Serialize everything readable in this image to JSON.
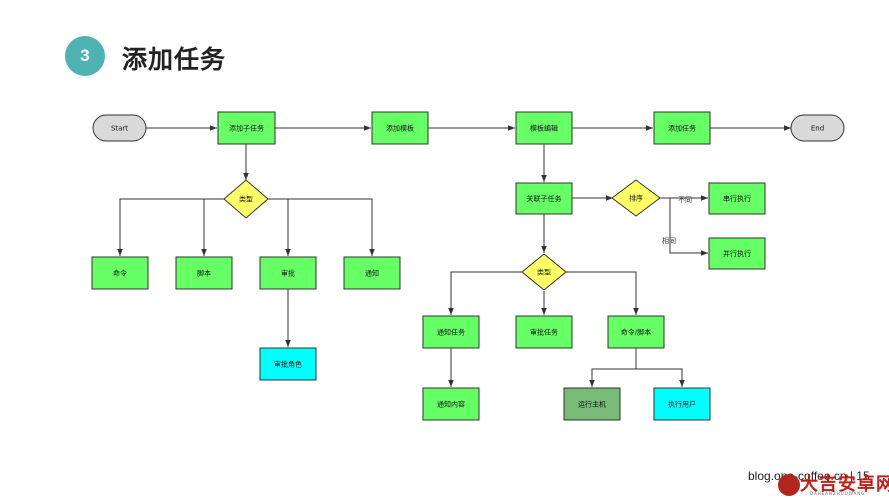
{
  "slide": {
    "number": "3",
    "title": "添加任务",
    "footer": "blog.one-coffee.cn | 15"
  },
  "logo": {
    "name": "大吉安卓网",
    "sub": "DAHEANZHUOWANG"
  },
  "colors": {
    "process": "#66ff66",
    "decision": "#ffff66",
    "terminal": "#d9d9d9",
    "cyan": "#00ffff",
    "dark_green": "#77bb77",
    "badge": "#4fb3b3"
  },
  "nodes": {
    "start": "Start",
    "add_subtask": "添加子任务",
    "add_template": "添加模板",
    "template_edit": "模板编辑",
    "add_task": "添加任务",
    "end": "End",
    "type1": "类型",
    "cmd": "命令",
    "script": "脚本",
    "approve": "审批",
    "notify": "通知",
    "approve_role": "审批角色",
    "link_subtask": "关联子任务",
    "sort": "排序",
    "serial": "串行执行",
    "parallel": "并行执行",
    "type2": "类型",
    "notify_task": "通知任务",
    "approve_task": "审批任务",
    "cmd_script": "命令/脚本",
    "notify_content": "通知内容",
    "run_host": "运行主机",
    "exec_user": "执行用户"
  },
  "edges": {
    "different": "不同",
    "same": "相同"
  }
}
